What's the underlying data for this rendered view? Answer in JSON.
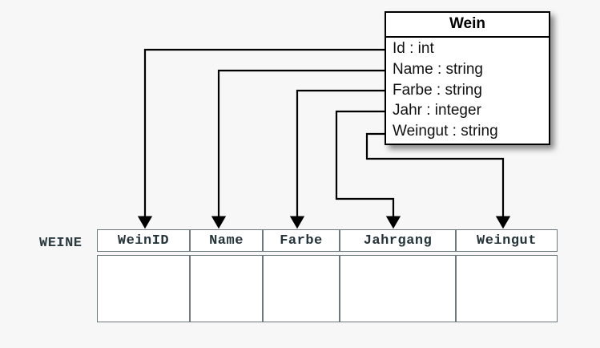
{
  "diagram": {
    "title_hidden": "",
    "background_color": "#f7f7f7",
    "line_color": "#000000",
    "table_border_color": "#6c7a80",
    "table_text_color": "#24343a"
  },
  "class_box": {
    "name": "Wein",
    "attributes": [
      {
        "label": "Id : int",
        "name": "Id",
        "type": "int"
      },
      {
        "label": "Name : string",
        "name": "Name",
        "type": "string"
      },
      {
        "label": "Farbe : string",
        "name": "Farbe",
        "type": "string"
      },
      {
        "label": "Jahr : integer",
        "name": "Jahr",
        "type": "integer"
      },
      {
        "label": "Weingut : string",
        "name": "Weingut",
        "type": "string"
      }
    ]
  },
  "relational_table": {
    "label": "WEINE",
    "columns": [
      {
        "header": "WeinID"
      },
      {
        "header": "Name"
      },
      {
        "header": "Farbe"
      },
      {
        "header": "Jahrgang"
      },
      {
        "header": "Weingut"
      }
    ],
    "rows": [
      [
        "",
        "",
        "",
        "",
        ""
      ]
    ]
  },
  "mappings": [
    {
      "from": "Id",
      "to": "WeinID"
    },
    {
      "from": "Name",
      "to": "Name"
    },
    {
      "from": "Farbe",
      "to": "Farbe"
    },
    {
      "from": "Jahr",
      "to": "Jahrgang"
    },
    {
      "from": "Weingut",
      "to": "Weingut"
    }
  ]
}
